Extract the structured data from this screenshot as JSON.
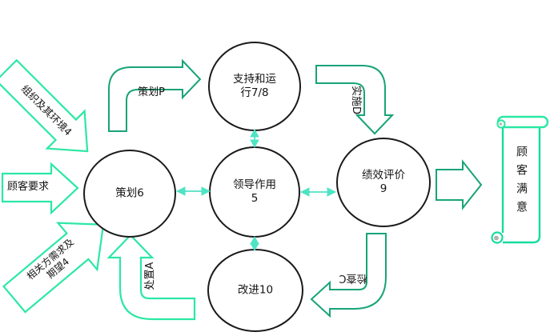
{
  "circles": {
    "plan": {
      "label": "策划6"
    },
    "leadership": {
      "line1": "领导作用",
      "line2": "5"
    },
    "support": {
      "line1": "支持和运",
      "line2": "行7/8"
    },
    "evaluation": {
      "line1": "绩效评价",
      "line2": "9"
    },
    "improvement": {
      "label": "改进10"
    }
  },
  "inputs": {
    "context": "组织及其环境4",
    "customer_requirements": "顾客要求",
    "interested_parties_line1": "相关方需求及",
    "interested_parties_line2": "期望4"
  },
  "cycle": {
    "plan": "策划P",
    "do": "实施D",
    "check": "检查C",
    "act": "处置A"
  },
  "output": {
    "customer_satisfaction": "顾客满意"
  },
  "colors": {
    "bright_green": "#2be8a4",
    "dark_green": "#17a478",
    "light_teal": "#4fe3c4",
    "scroll_green": "#15dc9e",
    "circle_outline": "#1a1a1a",
    "text": "#141414",
    "curl_gray": "#b8b8b0"
  }
}
